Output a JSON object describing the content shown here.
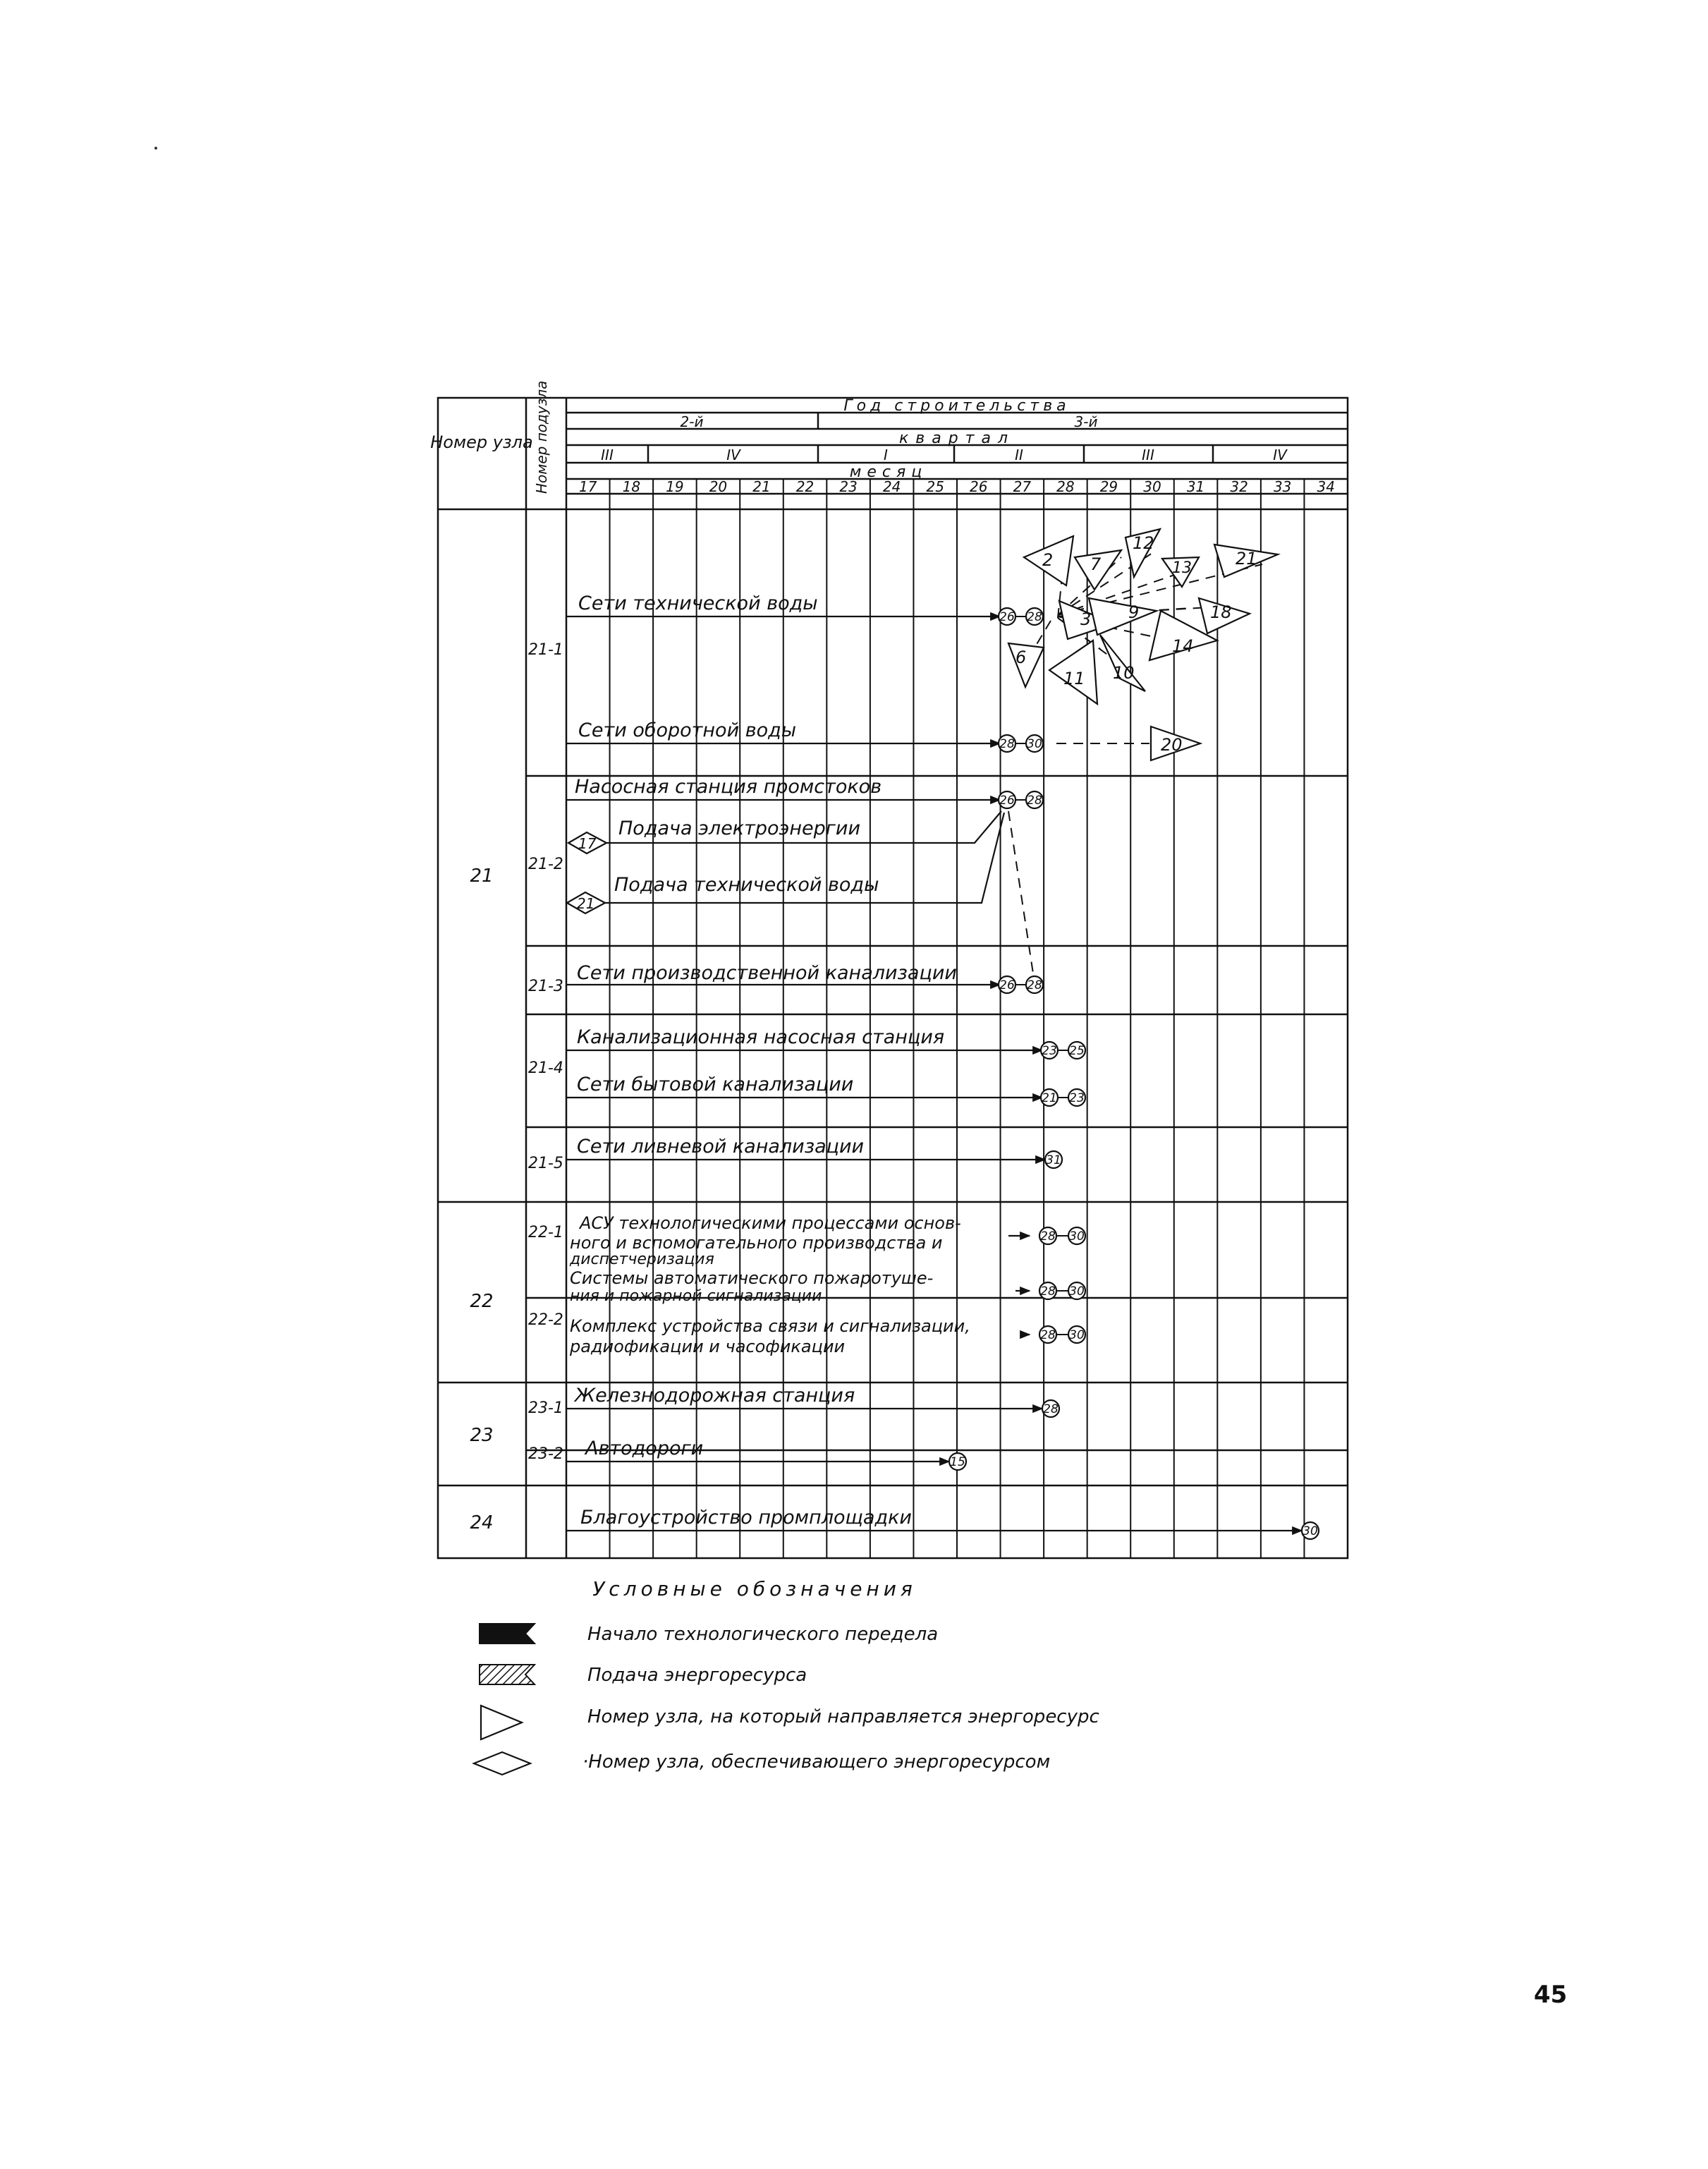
{
  "header": {
    "node_label": "Номер узла",
    "subnode_label": "Номер подузла",
    "year_title": "Год строительства",
    "years": [
      "2-й",
      "3-й"
    ],
    "quarter_title": "квартал",
    "quarters": [
      "III",
      "IV",
      "I",
      "II",
      "III",
      "IV"
    ],
    "month_title": "месяц",
    "months": [
      "17",
      "18",
      "19",
      "20",
      "21",
      "22",
      "23",
      "24",
      "25",
      "26",
      "27",
      "28",
      "29",
      "30",
      "31",
      "32",
      "33",
      "34"
    ]
  },
  "nodes": [
    "21",
    "22",
    "23",
    "24"
  ],
  "subnodes": [
    "21-1",
    "21-2",
    "21-3",
    "21-4",
    "21-5",
    "22-1",
    "22-2",
    "23-1",
    "23-2"
  ],
  "rows": [
    {
      "label": "Сети технической воды",
      "start": "26",
      "end": "28"
    },
    {
      "label": "Сети оборотной воды",
      "start": "28",
      "end": "30",
      "target": "20"
    },
    {
      "label": "Насосная станция промстоков",
      "start": "26",
      "end": "28"
    },
    {
      "label": "Подача электроэнергии",
      "supplier": "17"
    },
    {
      "label": "Подача технической воды",
      "supplier": "21"
    },
    {
      "label": "Сети производственной канализации",
      "start": "26",
      "end": "28"
    },
    {
      "label": "Канализационная насосная станция",
      "start": "23",
      "end": "25"
    },
    {
      "label": "Сети бытовой канализации",
      "start": "21",
      "end": "23"
    },
    {
      "label": "Сети ливневой канализации",
      "end": "31"
    },
    {
      "label_lines": [
        "АСУ технологическими процессами основ-",
        "ного и вспомогательного производства и",
        "диспетчеризация"
      ],
      "start": "28",
      "end": "30"
    },
    {
      "label_lines": [
        "Системы автоматического пожаротуше-",
        "ния и пожарной сигнализации"
      ],
      "start": "28",
      "end": "30"
    },
    {
      "label_lines": [
        "Комплекс устройства связи и сигнализации,",
        "радиофикации и часофикации"
      ],
      "start": "28",
      "end": "30"
    },
    {
      "label": "Железнодорожная станция",
      "end": "28"
    },
    {
      "label": "Автодороги",
      "end": "15"
    },
    {
      "label": "Благоустройство промплощадки",
      "end": "30"
    }
  ],
  "target_nodes": [
    "2",
    "12",
    "7",
    "13",
    "21",
    "3",
    "9",
    "18",
    "14",
    "6",
    "11",
    "10"
  ],
  "legend": {
    "title": "Условные обозначения",
    "items": [
      {
        "icon": "black-flag-icon",
        "text": "Начало технологического передела"
      },
      {
        "icon": "hatched-flag-icon",
        "text": "Подача энергоресурса"
      },
      {
        "icon": "triangle-icon",
        "text": "Номер узла, на который направляется энергоресурс"
      },
      {
        "icon": "diamond-icon",
        "text": "·Номер узла, обеспечивающего энергоресурсом"
      }
    ]
  },
  "page_number": "45"
}
